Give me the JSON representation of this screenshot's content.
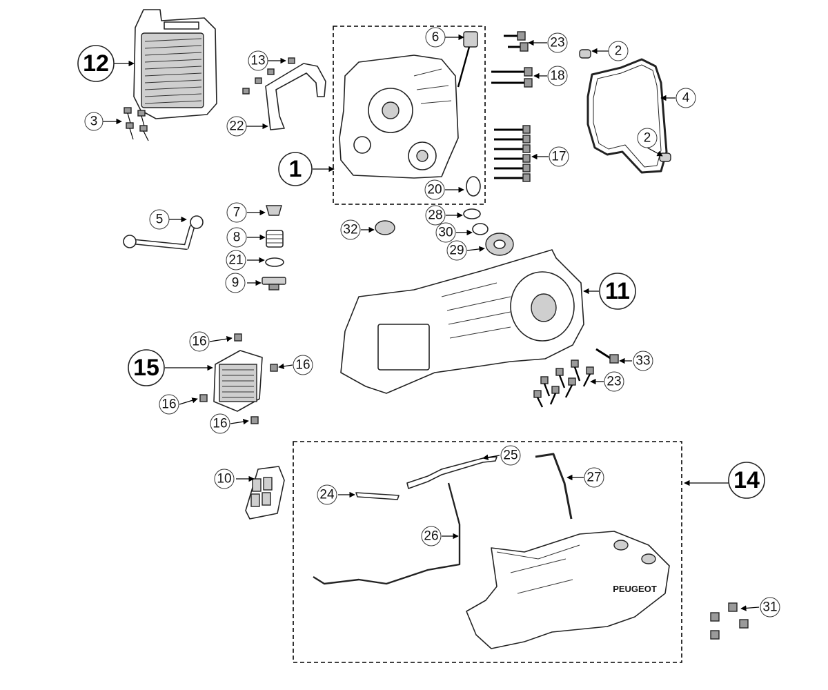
{
  "diagram": {
    "brand_text": "PEUGEOT",
    "part_numbers": {
      "p1": "1",
      "p2a": "2",
      "p2b": "2",
      "p3": "3",
      "p4": "4",
      "p5": "5",
      "p6": "6",
      "p7": "7",
      "p8": "8",
      "p9": "9",
      "p10": "10",
      "p11": "11",
      "p12": "12",
      "p13": "13",
      "p14": "14",
      "p15": "15",
      "p16a": "16",
      "p16b": "16",
      "p16c": "16",
      "p16d": "16",
      "p17": "17",
      "p18": "18",
      "p20": "20",
      "p21": "21",
      "p22": "22",
      "p23a": "23",
      "p23b": "23",
      "p24": "24",
      "p25": "25",
      "p26": "26",
      "p27": "27",
      "p28": "28",
      "p29": "29",
      "p30": "30",
      "p31": "31",
      "p32": "32",
      "p33": "33"
    }
  }
}
